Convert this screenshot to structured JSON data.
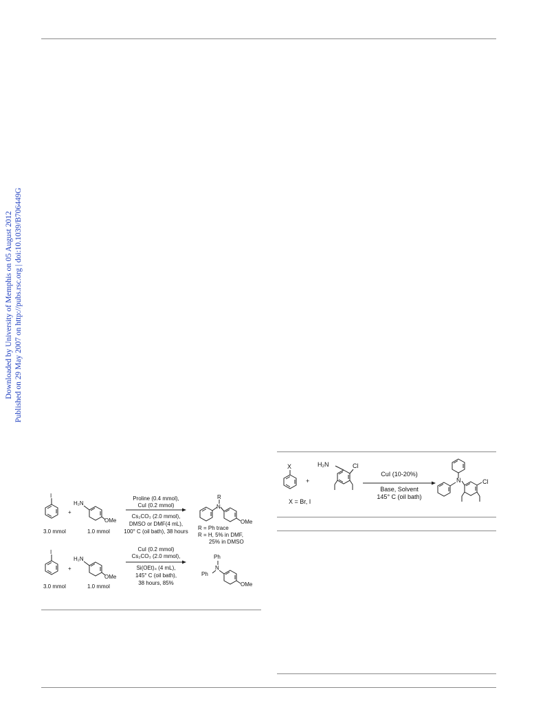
{
  "watermark": {
    "downloaded": "Downloaded by University of Memphis on 05 August 2012",
    "published": "Published on 29 May 2007 on http://pubs.rsc.org | doi:10.1039/B706449G"
  },
  "scheme_right": {
    "reactant_x_label": "X",
    "amine_label": "H₂N",
    "cl_label": "Cl",
    "plus": "+",
    "conditions": [
      "CuI (10-20%)",
      "Base, Solvent",
      "145° C (oil bath)"
    ],
    "x_definition": "X = Br, I",
    "product_n_label": "N",
    "product_cl_label": "Cl"
  },
  "scheme_left": {
    "row1": {
      "iodo_label": "I",
      "plus": "+",
      "amine_label": "H₂N",
      "ome_label": "OMe",
      "amount_aryl": "3.0 mmol",
      "amount_amine": "1.0 mmol",
      "conditions_above": [
        "Proline (0.4 mmol),",
        "CuI (0.2 mmol)"
      ],
      "conditions_below": [
        "Cs₂CO₃ (2.0 mmol),",
        "DMSO or DMF(4 mL),",
        "100° C (oil bath), 38 hours"
      ],
      "product_r_label": "R",
      "product_n_label": "N",
      "product_ome_label": "OMe",
      "results": [
        "R = Ph  trace",
        "R = H, 5% in DMF,",
        "25% in DMSO"
      ]
    },
    "row2": {
      "iodo_label": "I",
      "plus": "+",
      "amine_label": "H₂N",
      "ome_label": "OMe",
      "amount_aryl": "3.0 mmol",
      "amount_amine": "1.0 mmol",
      "conditions_above": [
        "CuI (0.2 mmol)",
        "Cs₂CO₃ (2.0 mmol),"
      ],
      "conditions_below": [
        "Si(OEt)₄ (4 mL),",
        "145° C (oil bath),",
        "38 hours, 85%"
      ],
      "product_ph_label": "Ph",
      "product_ph_left_label": "Ph",
      "product_n_label": "N",
      "product_ome_label": "OMe"
    }
  }
}
